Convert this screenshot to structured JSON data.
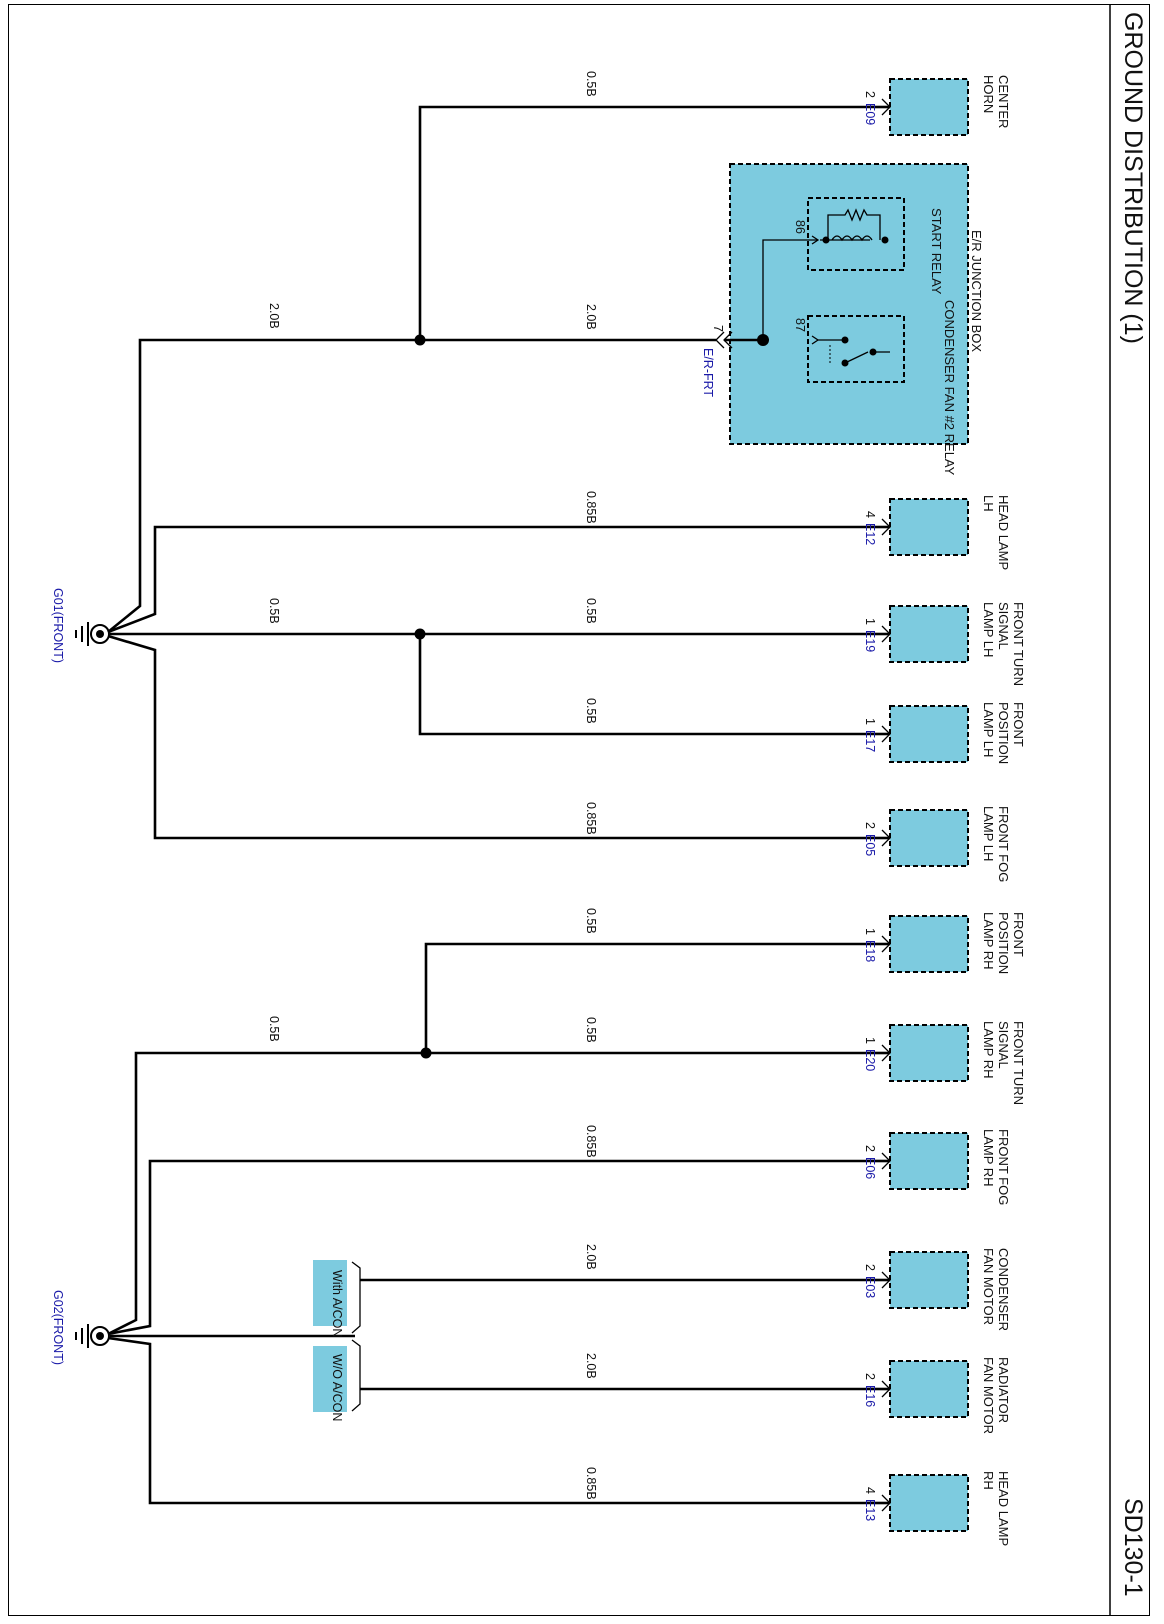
{
  "title": "GROUND DISTRIBUTION (1)",
  "page_code": "SD130-1",
  "grounds": {
    "g01": "G01(FRONT)",
    "g02": "G02(FRONT)"
  },
  "junction_box": {
    "title": "E/R JUNCTION BOX",
    "start_relay": "START RELAY",
    "condenser_relay": "CONDENSER FAN #2 RELAY",
    "pin_86": "86",
    "pin_87": "87",
    "pin_7": "7",
    "connector": "E/R-FRT"
  },
  "options": {
    "with_ac": "With A/CON",
    "wo_ac": "W/O A/CON"
  },
  "components": [
    {
      "id": "center-horn",
      "name": "CENTER HORN",
      "conn": "E09",
      "pin": "2",
      "wire": "0.5B"
    },
    {
      "id": "junction",
      "name": "",
      "conn": "",
      "pin": "",
      "wire": "2.0B"
    },
    {
      "id": "head-lamp-lh",
      "name": "HEAD LAMP LH",
      "conn": "E12",
      "pin": "4",
      "wire": "0.85B"
    },
    {
      "id": "front-turn-signal-lh",
      "name": "FRONT TURN SIGNAL LAMP LH",
      "conn": "E19",
      "pin": "1",
      "wire": "0.5B"
    },
    {
      "id": "front-position-lh",
      "name": "FRONT POSITION LAMP LH",
      "conn": "E17",
      "pin": "1",
      "wire": "0.5B"
    },
    {
      "id": "front-fog-lh",
      "name": "FRONT FOG LAMP LH",
      "conn": "E05",
      "pin": "2",
      "wire": "0.85B"
    },
    {
      "id": "front-position-rh",
      "name": "FRONT POSITION LAMP RH",
      "conn": "E18",
      "pin": "1",
      "wire": "0.5B"
    },
    {
      "id": "front-turn-signal-rh",
      "name": "FRONT TURN SIGNAL LAMP RH",
      "conn": "E20",
      "pin": "1",
      "wire": "0.5B"
    },
    {
      "id": "front-fog-rh",
      "name": "FRONT FOG LAMP RH",
      "conn": "E06",
      "pin": "2",
      "wire": "0.85B"
    },
    {
      "id": "condenser-fan-motor",
      "name": "CONDENSER FAN MOTOR",
      "conn": "E03",
      "pin": "2",
      "wire": "2.0B"
    },
    {
      "id": "radiator-fan-motor",
      "name": "RADIATOR FAN MOTOR",
      "conn": "E16",
      "pin": "2",
      "wire": "2.0B"
    },
    {
      "id": "head-lamp-rh",
      "name": "HEAD LAMP RH",
      "conn": "E13",
      "pin": "4",
      "wire": "0.85B"
    }
  ],
  "trunk_wires": {
    "g01_horn_junction": "2.0B",
    "g01_turn": "0.5B",
    "g02_rh": "0.5B"
  },
  "colors": {
    "connector_fill": "#7dcbdf",
    "connector_id": "#1a1aa8"
  }
}
